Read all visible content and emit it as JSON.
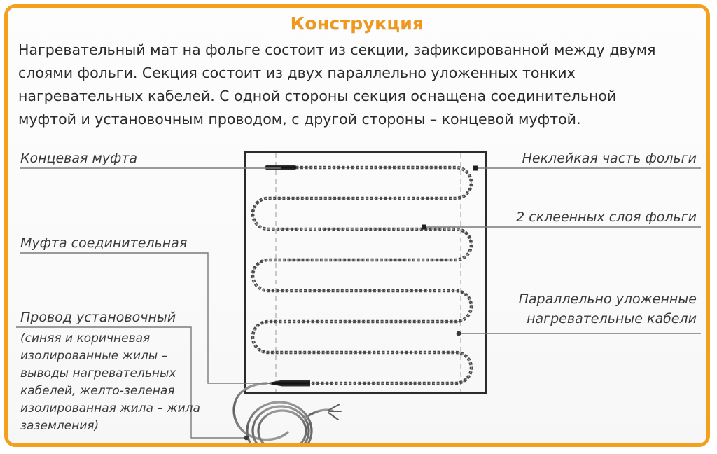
{
  "card": {
    "accent_color": "#F2A01D",
    "title_color": "#F0981C",
    "background": "#FCFCFC"
  },
  "header": {
    "title": "Конструкция"
  },
  "description": {
    "line1": "Нагревательный мат на фольге состоит из секции, зафиксированной между двумя",
    "line2": "слоями фольги. Секция состоит из двух параллельно уложенных тонких",
    "line3": "нагревательных кабелей. С одной стороны секция оснащена соединительной",
    "line4": "муфтой и установочным проводом, с другой стороны – концевой муфтой."
  },
  "callouts": {
    "end_sleeve": "Концевая муфта",
    "coupling_sleeve": "Муфта соединительная",
    "installation_wire": "Провод установочный",
    "installation_wire_note": "(синяя и коричневая изолированные жилы – выводы нагревательных кабелей, желто-зеленая изолированная жила – жила заземления)",
    "non_adhesive_foil": "Неклейкая часть фольги",
    "glued_foil_layers": "2 склеенных слоя фольги",
    "parallel_cables_line1": "Параллельно уложенные",
    "parallel_cables_line2": "нагревательные кабели"
  },
  "diagram": {
    "mat_frame_color": "#2B2B2B",
    "cable_color": "#555555",
    "guide_line_color": "#AAAAAA",
    "sleeve_color": "#1A1A1A",
    "leader_color": "#777777"
  }
}
